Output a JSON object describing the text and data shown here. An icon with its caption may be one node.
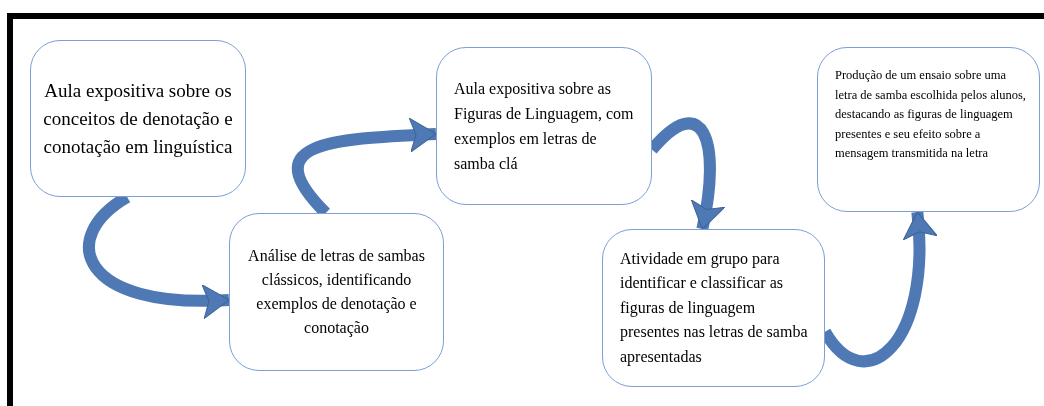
{
  "diagram": {
    "nodes": [
      {
        "text": [
          "Aula expositiva sobre os conceitos de denotação e conotação em linguística"
        ]
      },
      {
        "text": [
          "Análise de letras de sambas clássicos, identificando exemplos de denotação e conotação"
        ]
      },
      {
        "text": [
          "Aula expositiva sobre as Figuras de Linguagem, com exemplos em letras de samba clá"
        ]
      },
      {
        "text": [
          "Atividade em grupo para identificar e classificar as figuras de linguagem presentes nas letras de samba apresentadas"
        ]
      },
      {
        "text": [
          "Produção de um ensaio sobre uma letra de samba escolhida pelos alunos, destacando as figuras de linguagem presentes e seu efeito sobre a mensagem transmitida na letra"
        ]
      }
    ],
    "edges": [
      {
        "from": 0,
        "to": 1,
        "arrow": "to"
      },
      {
        "from": 1,
        "to": 2,
        "arrow": "to"
      },
      {
        "from": 2,
        "to": 3,
        "arrow": "to"
      },
      {
        "from": 3,
        "to": 4,
        "arrow": "to"
      }
    ]
  }
}
